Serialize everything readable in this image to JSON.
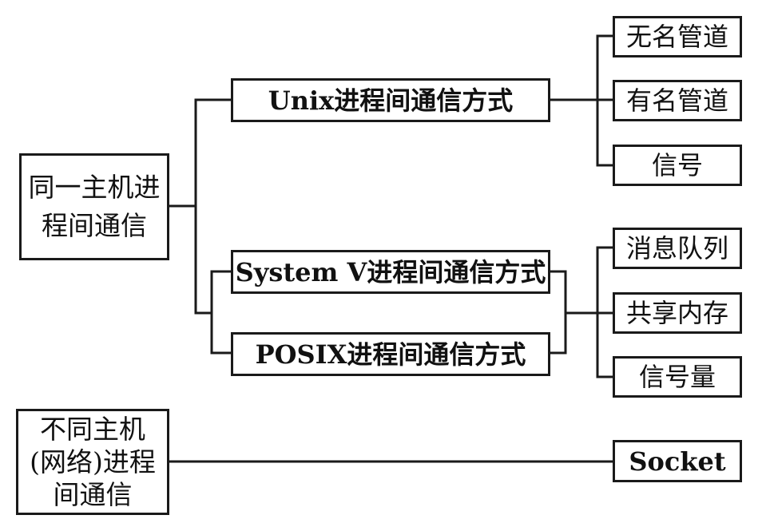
{
  "nodes": {
    "same_host": {
      "line1": "同一主机进",
      "line2": "程间通信"
    },
    "unix_ipc": "Unix进程间通信方式",
    "sysv_ipc": "System V进程间通信方式",
    "posix_ipc": "POSIX进程间通信方式",
    "anon_pipe": "无名管道",
    "named_pipe": "有名管道",
    "signal": "信号",
    "msg_queue": "消息队列",
    "shared_mem": "共享内存",
    "semaphore": "信号量",
    "diff_host": {
      "line1": "不同主机",
      "line2": "(网络)进程",
      "line3": "间通信"
    },
    "socket": "Socket"
  },
  "colors": {
    "line": "#1a1a1a",
    "background": "#ffffff",
    "text": "#111111"
  }
}
